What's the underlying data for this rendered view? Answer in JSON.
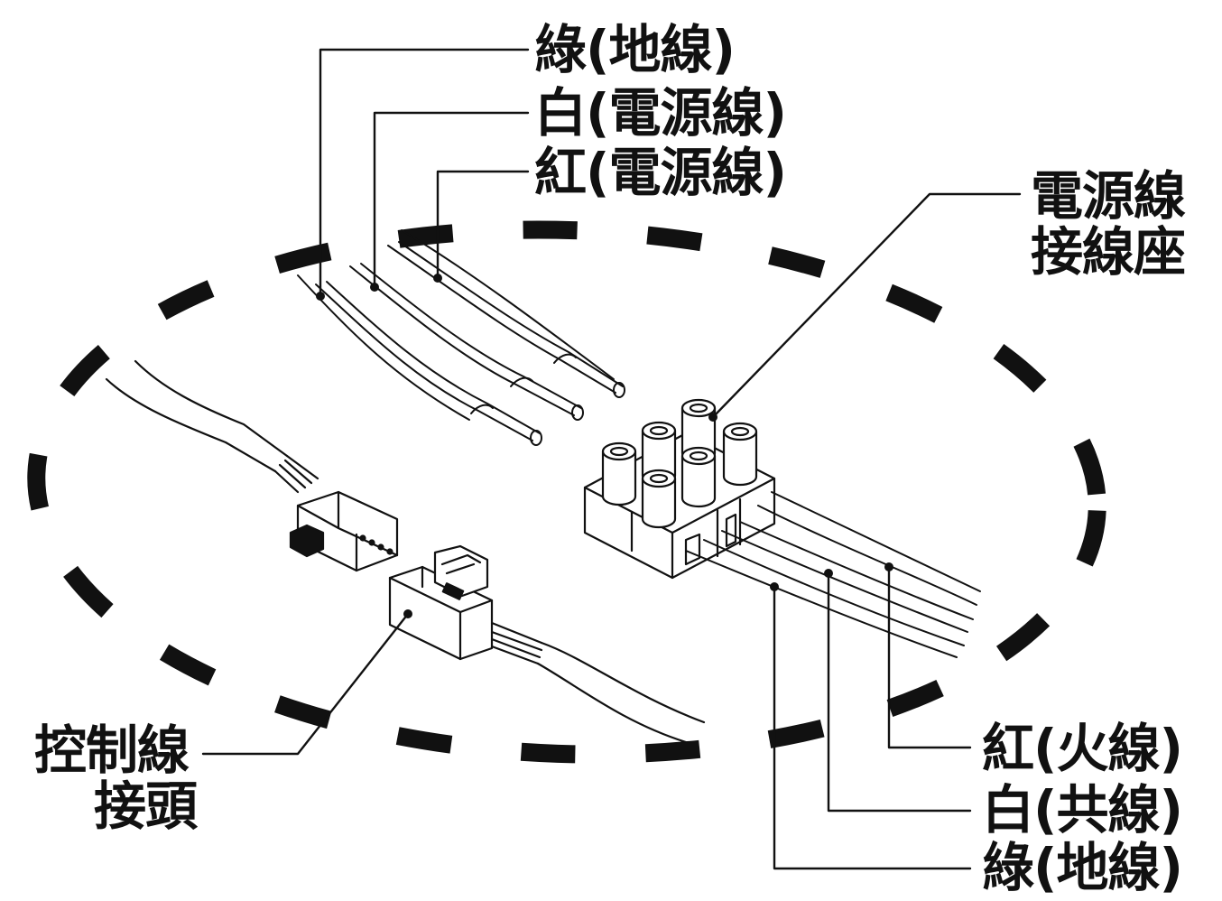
{
  "labels": {
    "top_green": "綠(地線)",
    "top_white": "白(電源線)",
    "top_red": "紅(電源線)",
    "terminal_block_line1": "電源線",
    "terminal_block_line2": "接線座",
    "control_line1": "控制線",
    "control_line2": "接頭",
    "bottom_red": "紅(火線)",
    "bottom_white": "白(共線)",
    "bottom_green": "綠(地線)"
  },
  "colors": {
    "ink": "#111111",
    "background": "#ffffff",
    "fill": "#ffffff"
  }
}
